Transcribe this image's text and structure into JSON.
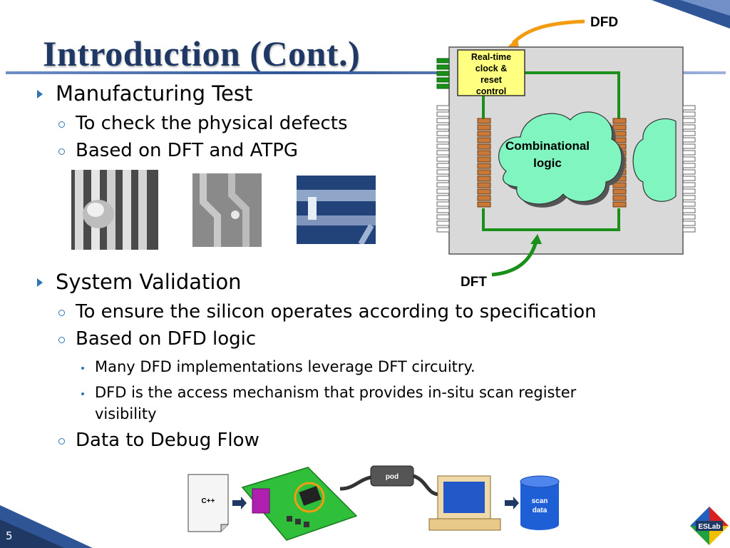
{
  "slide": {
    "title": "Introduction (Cont.)",
    "page_number": "5"
  },
  "content": {
    "manufacturing_test": {
      "heading": "Manufacturing Test",
      "items": [
        "To check the physical defects",
        "Based on DFT and ATPG"
      ]
    },
    "system_validation": {
      "heading": "System Validation",
      "items": [
        "To ensure the silicon operates according to specification",
        "Based on DFD logic"
      ],
      "subitems": [
        "Many DFD implementations leverage DFT circuitry.",
        "DFD is the access mechanism that provides in-situ scan register",
        "visibility"
      ],
      "last_item": "Data to Debug Flow"
    }
  },
  "diagram": {
    "dfd_label": "DFD",
    "dft_label": "DFT",
    "rtc_lines": [
      "Real-time",
      "clock &",
      "reset",
      "control"
    ],
    "comb_lines": [
      "Combinational",
      "logic"
    ]
  },
  "debug_flow": {
    "file_label": "C++",
    "pod_label": "pod",
    "db_lines": [
      "scan",
      "data"
    ]
  },
  "logo": {
    "text": "ESLab"
  },
  "colors": {
    "title": "#1f3864",
    "bullet": "#2e75b6",
    "chip_green": "#1a8f1a",
    "arrow_orange": "#f39c12",
    "cloud": "#80f5c0",
    "rtc_box": "#ffff80"
  }
}
